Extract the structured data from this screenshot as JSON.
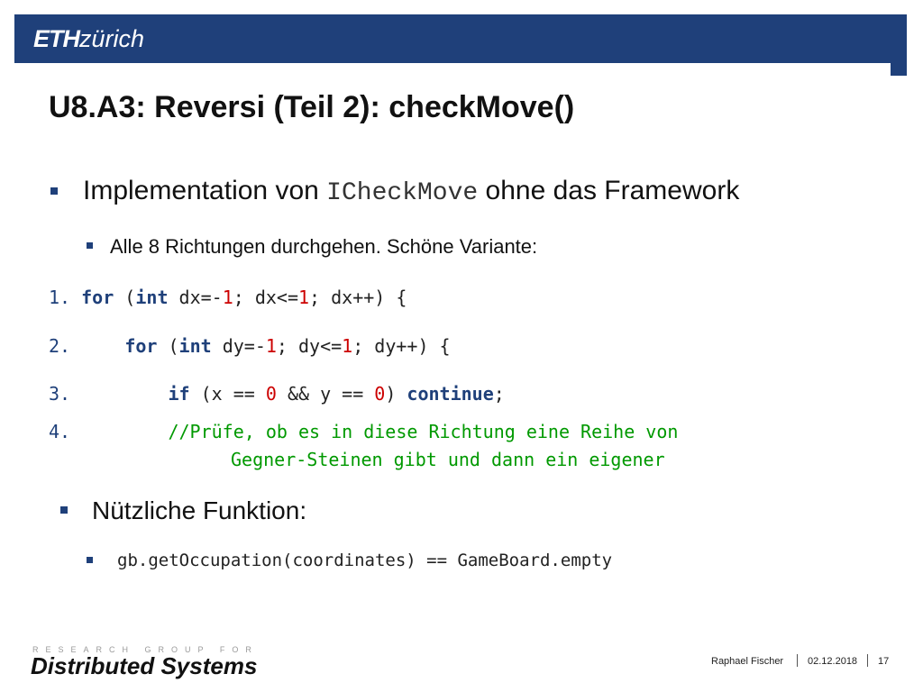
{
  "header": {
    "logo_bold": "ETH",
    "logo_rest": "zürich"
  },
  "title": "U8.A3: Reversi (Teil 2): checkMove()",
  "bullets": {
    "b1": {
      "pre": "Implementation von",
      "code": "ICheckMove",
      "post": "ohne das Framework"
    },
    "b2": "Alle 8 Richtungen durchgehen. Schöne Variante:",
    "b3": "Nützliche Funktion:",
    "b4": "gb.getOccupation(coordinates) == GameBoard.empty"
  },
  "code": {
    "l1": {
      "num": "1.",
      "kw": "for",
      "a": " (",
      "kw2": "int",
      "b": " dx=-",
      "n1": "1",
      "c": "; dx<=",
      "n2": "1",
      "d": "; dx++) {"
    },
    "l2": {
      "num": "2.",
      "kw": "for",
      "a": " (",
      "kw2": "int",
      "b": " dy=-",
      "n1": "1",
      "c": "; dy<=",
      "n2": "1",
      "d": "; dy++) {"
    },
    "l3": {
      "num": "3.",
      "kw": "if",
      "a": " (x == ",
      "n1": "0",
      "b": " && y == ",
      "n2": "0",
      "c": ") ",
      "kw2": "continue",
      "d": ";"
    },
    "l4": {
      "num": "4.",
      "comment1": "//Prüfe, ob es in diese Richtung eine Reihe von",
      "comment2": "Gegner-Steinen gibt und dann ein eigener"
    }
  },
  "footer": {
    "group_label": "RESEARCH GROUP FOR",
    "group_name": "Distributed Systems",
    "author": "Raphael Fischer",
    "date": "02.12.2018",
    "page": "17"
  },
  "colors": {
    "accent": "#1f407a",
    "keyword": "#1f407a",
    "number": "#cc0000",
    "comment": "#009900"
  }
}
